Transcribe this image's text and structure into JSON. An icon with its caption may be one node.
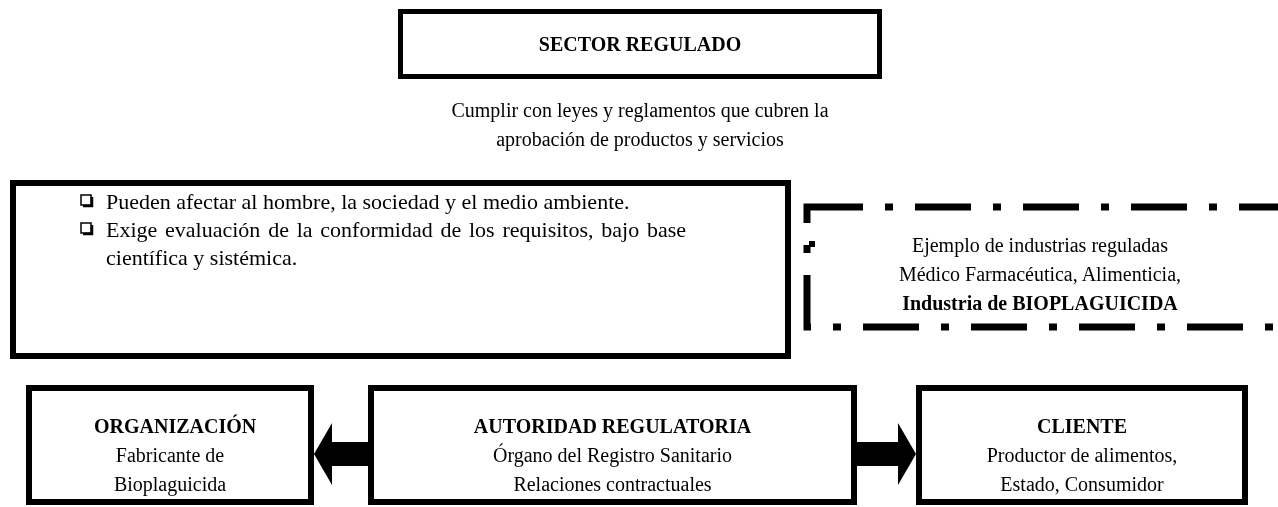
{
  "diagram": {
    "nodes": [
      {
        "text": [
          "SECTOR REGULADO"
        ],
        "beside": [
          "Cumplir con leyes y reglamentos que cubren la aprobación de productos y servicios"
        ]
      },
      {
        "text": [
          "Pueden afectar al hombre, la sociedad y el medio ambiente.",
          "Exige evaluación de la conformidad de los requisitos, bajo base científica y sistémica."
        ]
      },
      {
        "text": [
          "Ejemplo de industrias reguladas Médico Farmacéutica, Alimenticia, **Industria de BIOPLAGUICIDA**"
        ]
      },
      {
        "text": [
          "ORGANIZACIÓN",
          "Fabricante de Bioplaguicida"
        ]
      },
      {
        "text": [
          "AUTORIDAD REGULATORIA",
          "Órgano del Registro Sanitario Relaciones contractuales"
        ]
      },
      {
        "text": [
          "CLIENTE",
          "Productor de alimentos, Estado, Consumidor"
        ]
      }
    ],
    "edges": [
      {
        "from": 4,
        "to": 3,
        "arrow": "to"
      },
      {
        "from": 4,
        "to": 5,
        "arrow": "to"
      }
    ]
  }
}
